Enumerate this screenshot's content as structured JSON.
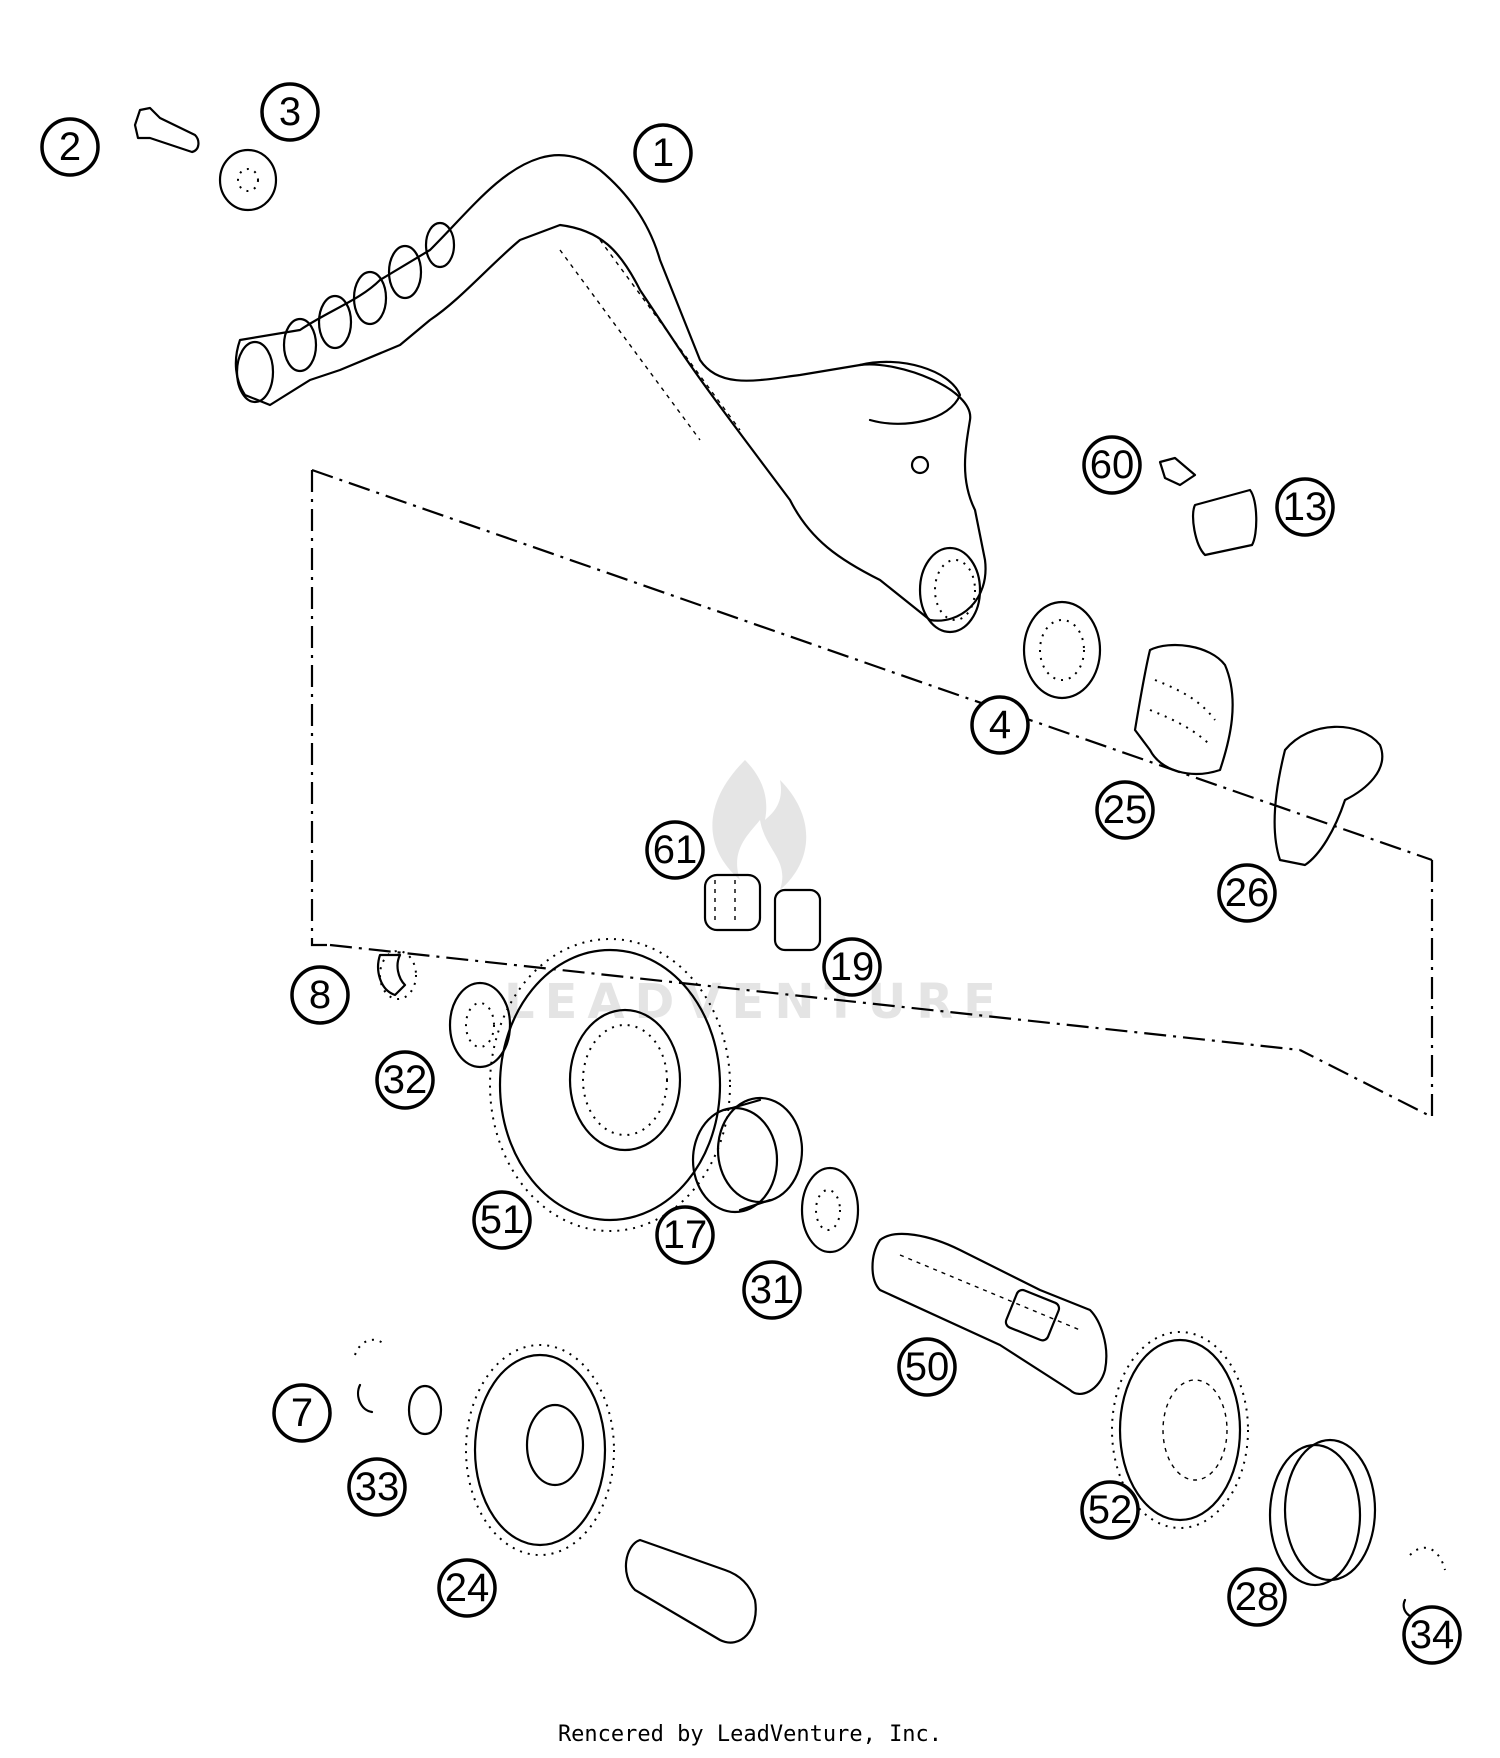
{
  "watermark": {
    "text": "LEADVENTURE"
  },
  "credit": "Rencered by LeadVenture, Inc.",
  "callouts": [
    {
      "id": "1",
      "label": "1"
    },
    {
      "id": "2",
      "label": "2"
    },
    {
      "id": "3",
      "label": "3"
    },
    {
      "id": "4",
      "label": "4"
    },
    {
      "id": "7",
      "label": "7"
    },
    {
      "id": "8",
      "label": "8"
    },
    {
      "id": "13",
      "label": "13"
    },
    {
      "id": "17",
      "label": "17"
    },
    {
      "id": "19",
      "label": "19"
    },
    {
      "id": "24",
      "label": "24"
    },
    {
      "id": "25",
      "label": "25"
    },
    {
      "id": "26",
      "label": "26"
    },
    {
      "id": "28",
      "label": "28"
    },
    {
      "id": "31",
      "label": "31"
    },
    {
      "id": "32",
      "label": "32"
    },
    {
      "id": "33",
      "label": "33"
    },
    {
      "id": "34",
      "label": "34"
    },
    {
      "id": "50",
      "label": "50"
    },
    {
      "id": "51",
      "label": "51"
    },
    {
      "id": "52",
      "label": "52"
    },
    {
      "id": "60",
      "label": "60"
    },
    {
      "id": "61",
      "label": "61"
    }
  ]
}
